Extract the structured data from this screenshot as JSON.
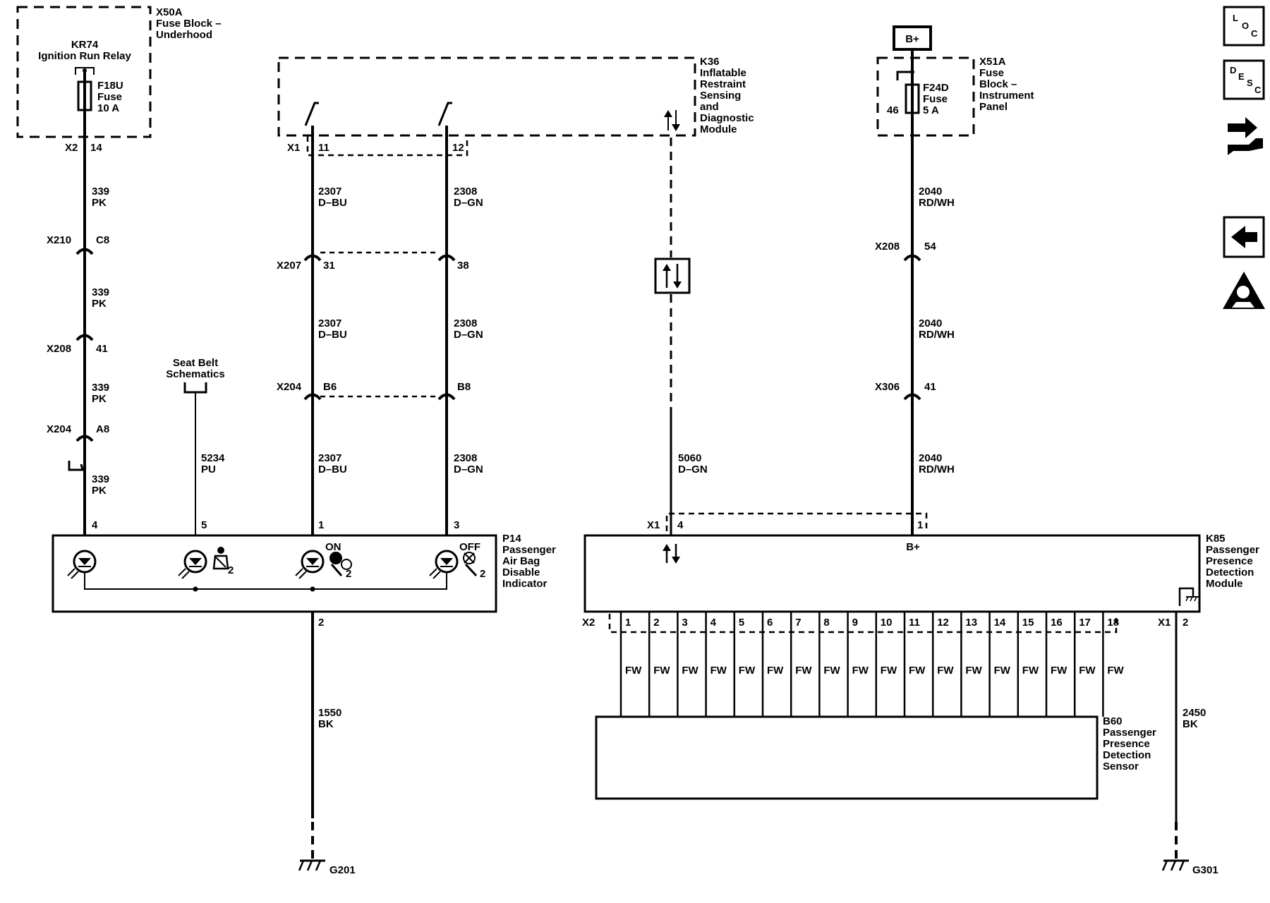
{
  "modules": {
    "x50a": [
      "X50A",
      "Fuse Block –",
      "Underhood"
    ],
    "kr74": [
      "KR74",
      "Ignition Run Relay"
    ],
    "f18u": [
      "F18U",
      "Fuse",
      "10 A"
    ],
    "k36": [
      "K36",
      "Inflatable",
      "Restraint",
      "Sensing",
      "and",
      "Diagnostic",
      "Module"
    ],
    "x51a": [
      "X51A",
      "Fuse",
      "Block –",
      "Instrument",
      "Panel"
    ],
    "f24d": [
      "F24D",
      "Fuse",
      "5 A"
    ],
    "p14": [
      "P14",
      "Passenger",
      "Air Bag",
      "Disable",
      "Indicator"
    ],
    "k85": [
      "K85",
      "Passenger",
      "Presence",
      "Detection",
      "Module"
    ],
    "b60": [
      "B60",
      "Passenger",
      "Presence",
      "Detection",
      "Sensor"
    ],
    "seatbelt_ref": [
      "Seat Belt",
      "Schematics"
    ]
  },
  "power": {
    "bplus": "B+",
    "f24d_pin": "46",
    "k85_bplus": "B+"
  },
  "connectors": {
    "x2": "X2",
    "x2_pin": "14",
    "x1_k36": "X1",
    "k36_pin_a": "11",
    "k36_pin_b": "12",
    "x210": "X210",
    "x210_pin": "C8",
    "x208a": "X208",
    "x208a_pin": "41",
    "x204a": "X204",
    "x204a_pin": "A8",
    "x207": "X207",
    "x207_pin_a": "31",
    "x207_pin_b": "38",
    "x204b": "X204",
    "x204b_pin_a": "B6",
    "x204b_pin_b": "B8",
    "x208b": "X208",
    "x208b_pin": "54",
    "x306": "X306",
    "x306_pin": "41",
    "k85_x1": "X1",
    "k85_x1_pin4": "4",
    "k85_x1_pin1": "1",
    "k85_x2": "X2",
    "k85_x1b": "X1",
    "k85_x1b_pin": "2",
    "p14_pins": [
      "4",
      "5",
      "1",
      "3"
    ],
    "p14_ground_pin": "2"
  },
  "wires": {
    "w339": [
      "339",
      "PK"
    ],
    "w5234": [
      "5234",
      "PU"
    ],
    "w2307": [
      "2307",
      "D–BU"
    ],
    "w2308": [
      "2308",
      "D–GN"
    ],
    "w5060": [
      "5060",
      "D–GN"
    ],
    "w2040": [
      "2040",
      "RD/WH"
    ],
    "w1550": [
      "1550",
      "BK"
    ],
    "w2450": [
      "2450",
      "BK"
    ]
  },
  "indicator_labels": {
    "on": "ON",
    "off": "OFF",
    "sub": "2"
  },
  "sensor_pins": [
    "1",
    "2",
    "3",
    "4",
    "5",
    "6",
    "7",
    "8",
    "9",
    "10",
    "11",
    "12",
    "13",
    "14",
    "15",
    "16",
    "17",
    "18"
  ],
  "sensor_wire": "FW",
  "grounds": {
    "g201": "G201",
    "g301": "G301"
  },
  "nav": {
    "loc": [
      "L",
      "O",
      "C"
    ],
    "desc": [
      "D",
      "E",
      "S",
      "C"
    ]
  }
}
